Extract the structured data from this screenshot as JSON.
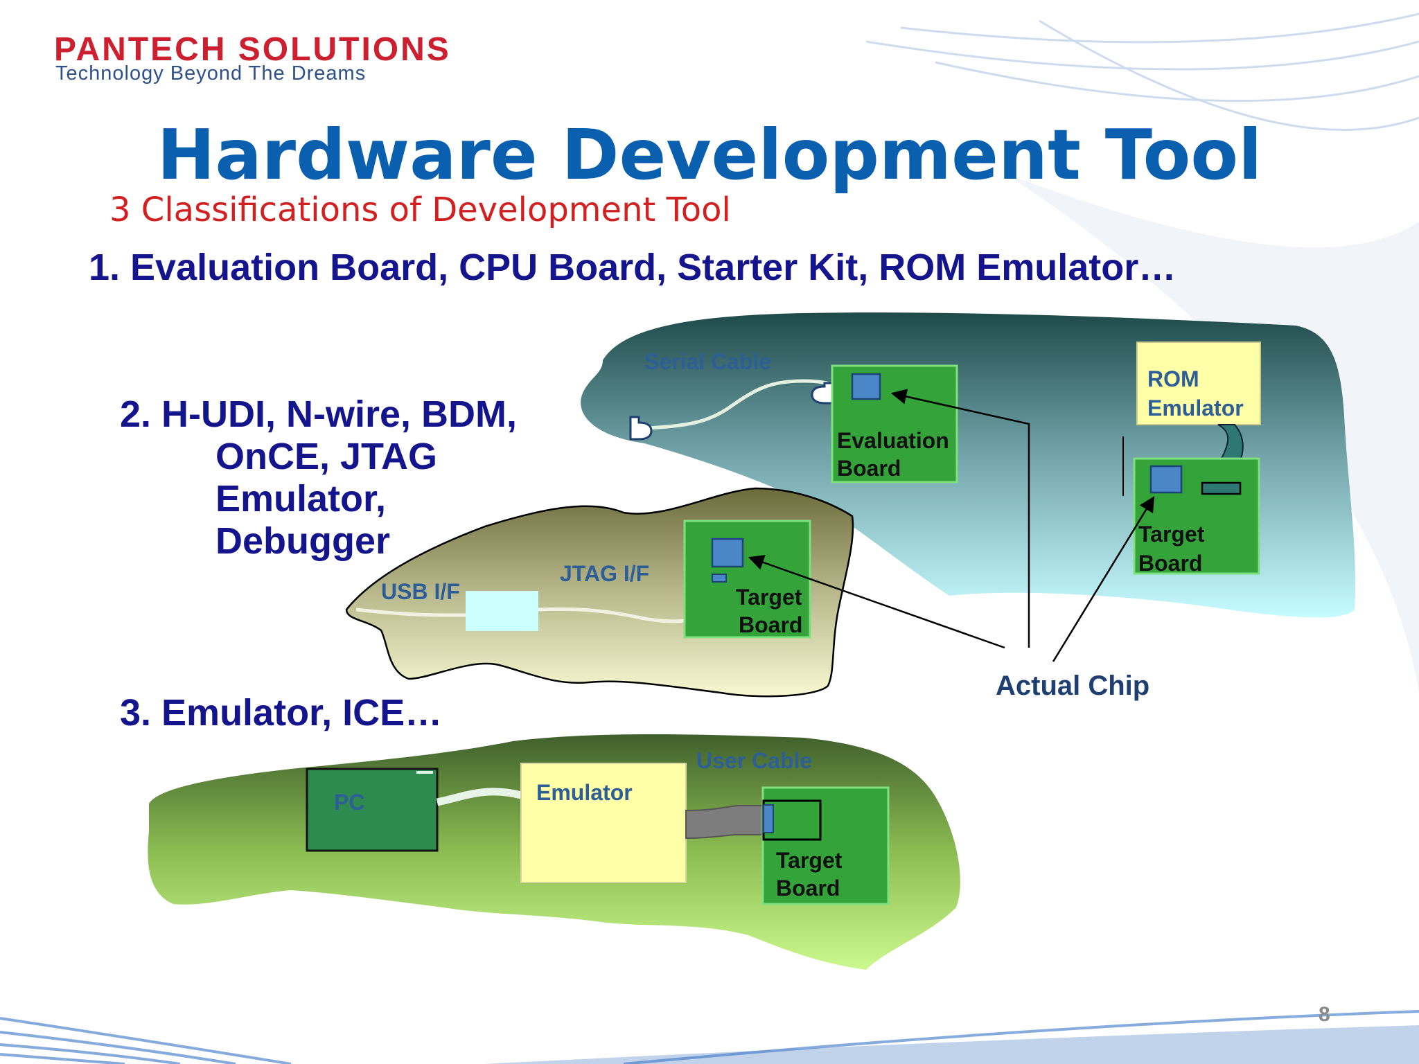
{
  "logo": {
    "name": "PANTECH SOLUTIONS",
    "tagline": "Technology Beyond The Dreams"
  },
  "slide": {
    "title": "Hardware Development Tool",
    "subtitle": "3 Classifications of Development Tool",
    "items": [
      "1. Evaluation Board, CPU Board, Starter Kit, ROM Emulator…",
      "2. H-UDI, N-wire, BDM,",
      "OnCE, JTAG",
      "Emulator,",
      "Debugger",
      "3. Emulator, ICE…"
    ],
    "page_number": "8"
  },
  "diagram": {
    "serial_cable": "Serial Cable",
    "evaluation_board": [
      "Evaluation",
      "Board"
    ],
    "rom_emulator": [
      "ROM",
      "Emulator"
    ],
    "target_board_top": [
      "Target",
      "Board"
    ],
    "usb_if": "USB I/F",
    "jtag_if": "JTAG I/F",
    "target_board_mid": [
      "Target",
      "Board"
    ],
    "actual_chip": "Actual Chip",
    "pc": "PC",
    "emulator": "Emulator",
    "user_cable": "User Cable",
    "target_board_bottom": [
      "Target",
      "Board"
    ]
  },
  "colors": {
    "title": "#0a5fae",
    "subtitle": "#d22020",
    "items": "#14148c",
    "board_green": "#33a33a",
    "chip_blue": "#4a86c8",
    "rom_yellow": "#ffffa8"
  }
}
